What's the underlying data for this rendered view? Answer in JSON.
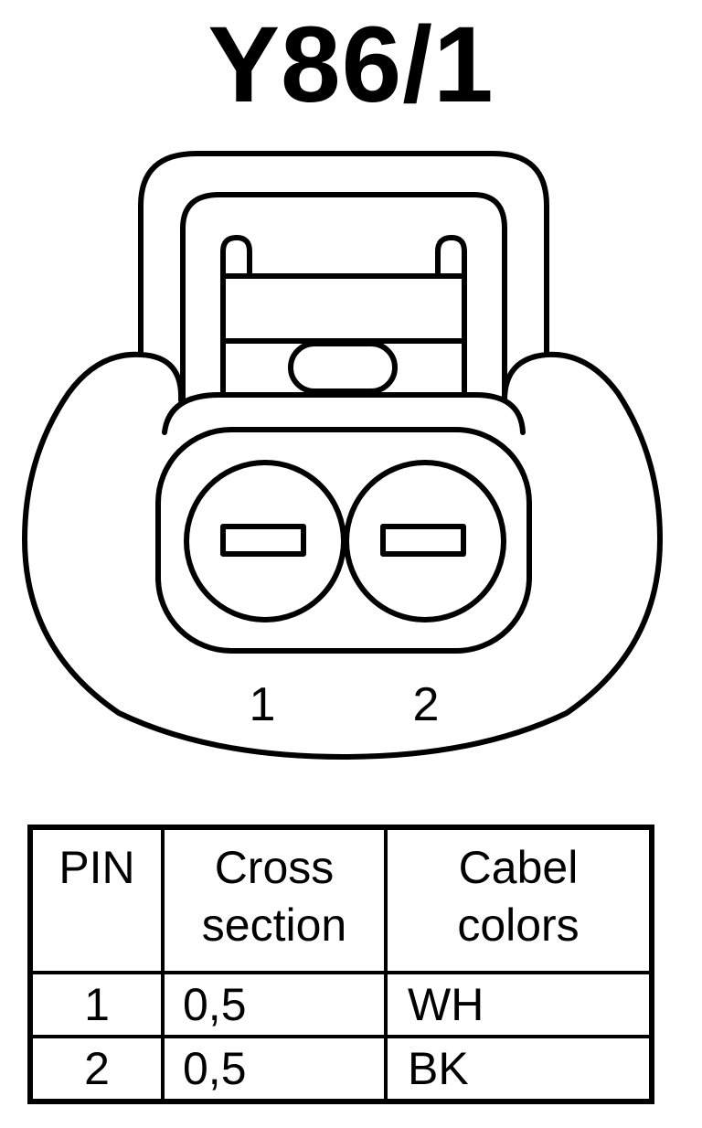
{
  "title": "Y86/1",
  "pin_labels": [
    "1",
    "2"
  ],
  "table": {
    "headers": {
      "pin": "PIN",
      "cross_section": [
        "Cross",
        "section"
      ],
      "cable_colors": [
        "Cabel",
        "colors"
      ]
    },
    "rows": [
      {
        "pin": "1",
        "cross_section": "0,5",
        "color": "WH"
      },
      {
        "pin": "2",
        "cross_section": "0,5",
        "color": "BK"
      }
    ]
  }
}
